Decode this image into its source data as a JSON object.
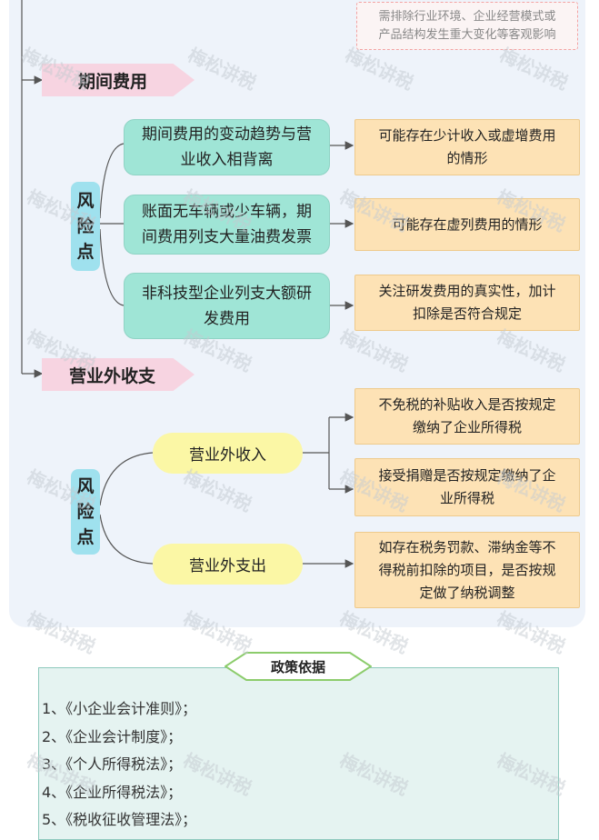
{
  "top_note": {
    "line1": "需排除行业环境、企业经营模式或",
    "line2": "产品结构发生重大变化等客观影响"
  },
  "section1": {
    "header": "期间费用",
    "risk_label": [
      "风",
      "险",
      "点"
    ],
    "risks": [
      {
        "item": [
          "期间费用的变动趋势与营",
          "业收入相背离"
        ],
        "note": [
          "可能存在少计收入或虚增费用",
          "的情形"
        ]
      },
      {
        "item": [
          "账面无车辆或少车辆，期",
          "间费用列支大量油费发票"
        ],
        "note": [
          "可能存在虚列费用的情形"
        ]
      },
      {
        "item": [
          "非科技型企业列支大额研",
          "发费用"
        ],
        "note": [
          "关注研发费用的真实性，加计",
          "扣除是否符合规定"
        ]
      }
    ]
  },
  "section2": {
    "header": "营业外收支",
    "risk_label": [
      "风",
      "险",
      "点"
    ],
    "income": {
      "label": "营业外收入",
      "notes": [
        [
          "不免税的补贴收入是否按规定",
          "缴纳了企业所得税"
        ],
        [
          "接受捐赠是否按规定缴纳了企",
          "业所得税"
        ]
      ]
    },
    "expense": {
      "label": "营业外支出",
      "notes": [
        [
          "如存在税务罚款、滞纳金等不",
          "得税前扣除的项目，是否按规",
          "定做了纳税调整"
        ]
      ]
    }
  },
  "policy": {
    "title": "政策依据",
    "items": [
      "1、《小企业会计准则》；",
      "2、《企业会计制度》；",
      "3、《个人所得税法》；",
      "4、《企业所得税法》；",
      "5、《税收征收管理法》；"
    ]
  },
  "watermark": "梅松讲税",
  "colors": {
    "panel": "#eef3fa",
    "pink": "#f7d4e1",
    "cyan": "#9fe1ee",
    "teal": "#9fe5d6",
    "yellow": "#fbf7a5",
    "orange": "#fde2b5",
    "policy_bg": "#e5f3f1",
    "line": "#666666"
  }
}
